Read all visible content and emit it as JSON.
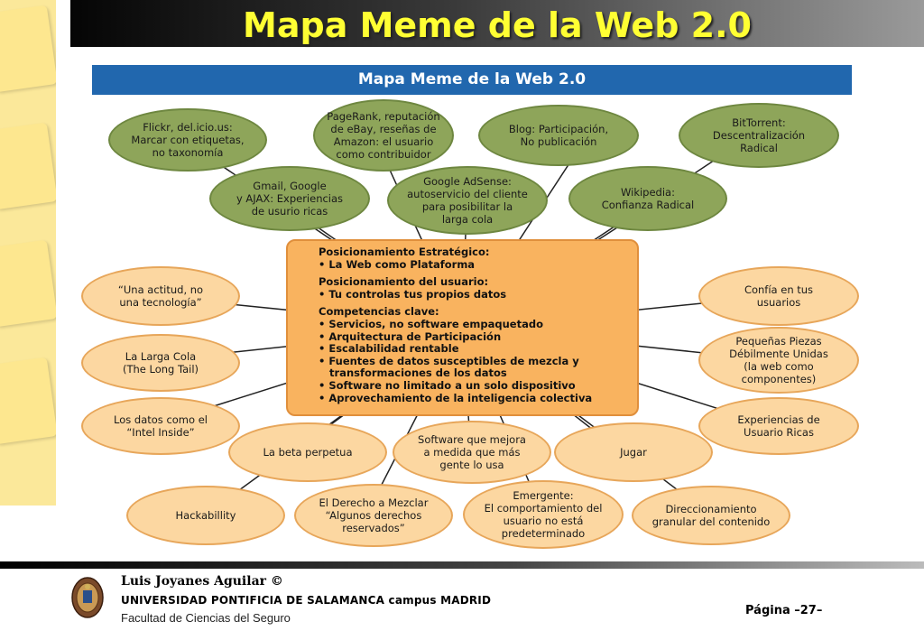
{
  "slide": {
    "title": "Mapa Meme de la Web 2.0"
  },
  "diagram": {
    "header": "Mapa Meme de la Web 2.0",
    "top_nodes": [
      "Flickr, del.icio.us:\nMarcar con etiquetas,\nno taxonomía",
      "PageRank, reputación\nde eBay, reseñas de\nAmazon: el usuario\ncomo contribuidor",
      "Blog: Participación,\nNo publicación",
      "BitTorrent:\nDescentralización\nRadical",
      "Gmail, Google\ny AJAX: Experiencias\nde usurio ricas",
      "Google AdSense:\nautoservicio del cliente\npara posibilitar la\nlarga cola",
      "Wikipedia:\nConfianza Radical"
    ],
    "center": {
      "sections": [
        {
          "title": "Posicionamiento Estratégico:",
          "items": [
            "• La Web como Plataforma"
          ]
        },
        {
          "title": "Posicionamiento del usuario:",
          "items": [
            "• Tu controlas tus propios datos"
          ]
        },
        {
          "title": "Competencias clave:",
          "items": [
            "• Servicios, no software empaquetado",
            "• Arquitectura de Participación",
            "• Escalabilidad rentable",
            "• Fuentes de datos susceptibles de mezcla y",
            "   transformaciones de los datos",
            "• Software no limitado a un solo dispositivo",
            "• Aprovechamiento de la inteligencia colectiva"
          ]
        }
      ]
    },
    "left_nodes": [
      "“Una actitud, no\nuna tecnología”",
      "La Larga Cola\n(The Long Tail)",
      "Los datos como el\n“Intel Inside”"
    ],
    "right_nodes": [
      "Confía en tus\nusuarios",
      "Pequeñas Piezas\nDébilmente Unidas\n(la web como\ncomponentes)",
      "Experiencias de\nUsuario Ricas"
    ],
    "bottom_nodes": [
      "La beta perpetua",
      "Software que mejora\na medida que más\ngente lo usa",
      "Jugar",
      "Hackabillity",
      "El Derecho a Mezclar\n“Algunos derechos\nreservados”",
      "Emergente:\nEl comportamiento del\nusuario no está\npredeterminado",
      "Direccionamiento\ngranular del contenido"
    ],
    "colors": {
      "header": "#2167ae",
      "green_node": "#8ea55a",
      "peach_node": "#fcd7a1",
      "center": "#f9b35f"
    }
  },
  "footer": {
    "author": "Luis Joyanes Aguilar ©",
    "university": "UNIVERSIDAD PONTIFICIA DE SALAMANCA campus  MADRID",
    "faculty": "Facultad de Ciencias del Seguro",
    "page": "Página   –27–"
  }
}
